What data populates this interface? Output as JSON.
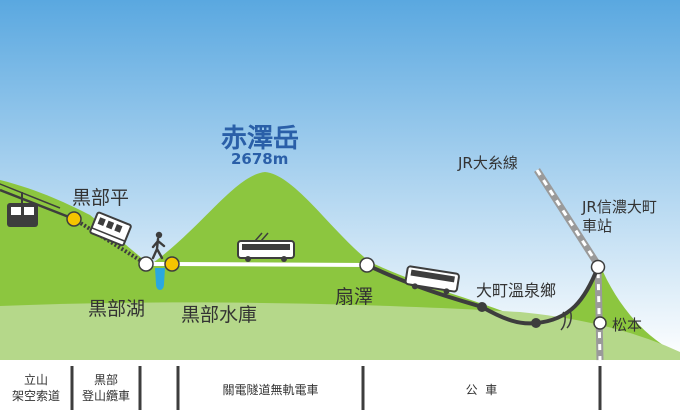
{
  "peak": {
    "name": "赤澤岳",
    "elevation": "2678m"
  },
  "stations": {
    "kurobedaira": "黒部平",
    "kurobeko": "黒部湖",
    "kurobe_dam": "黒部水庫",
    "ogisawa": "扇澤",
    "omachi_onsen": "大町溫泉鄉",
    "shinano_omachi": [
      "JR信濃大町",
      "車站"
    ],
    "matsumoto": "松本"
  },
  "rail_line": "JR大糸線",
  "segments": [
    {
      "lines": [
        "立山",
        "架空索道"
      ]
    },
    {
      "lines": [
        "黒部",
        "登山纜車"
      ]
    },
    {
      "lines": [
        "關電隧道無軌電車"
      ]
    },
    {
      "lines": [
        "公  車"
      ]
    }
  ],
  "colors": {
    "sky_top": "#5aa8e0",
    "sky_bottom": "#ffffff",
    "mountain": "#8cc63f",
    "foreground": "#b5d88a",
    "route": "#3d3d3d",
    "station_yellow": "#f5c400",
    "peak_text": "#2a5fa8"
  },
  "icons": [
    "cable-car-icon",
    "funicular-icon",
    "hiker-icon",
    "waterfall-icon",
    "trolleybus-icon",
    "bus-icon"
  ]
}
